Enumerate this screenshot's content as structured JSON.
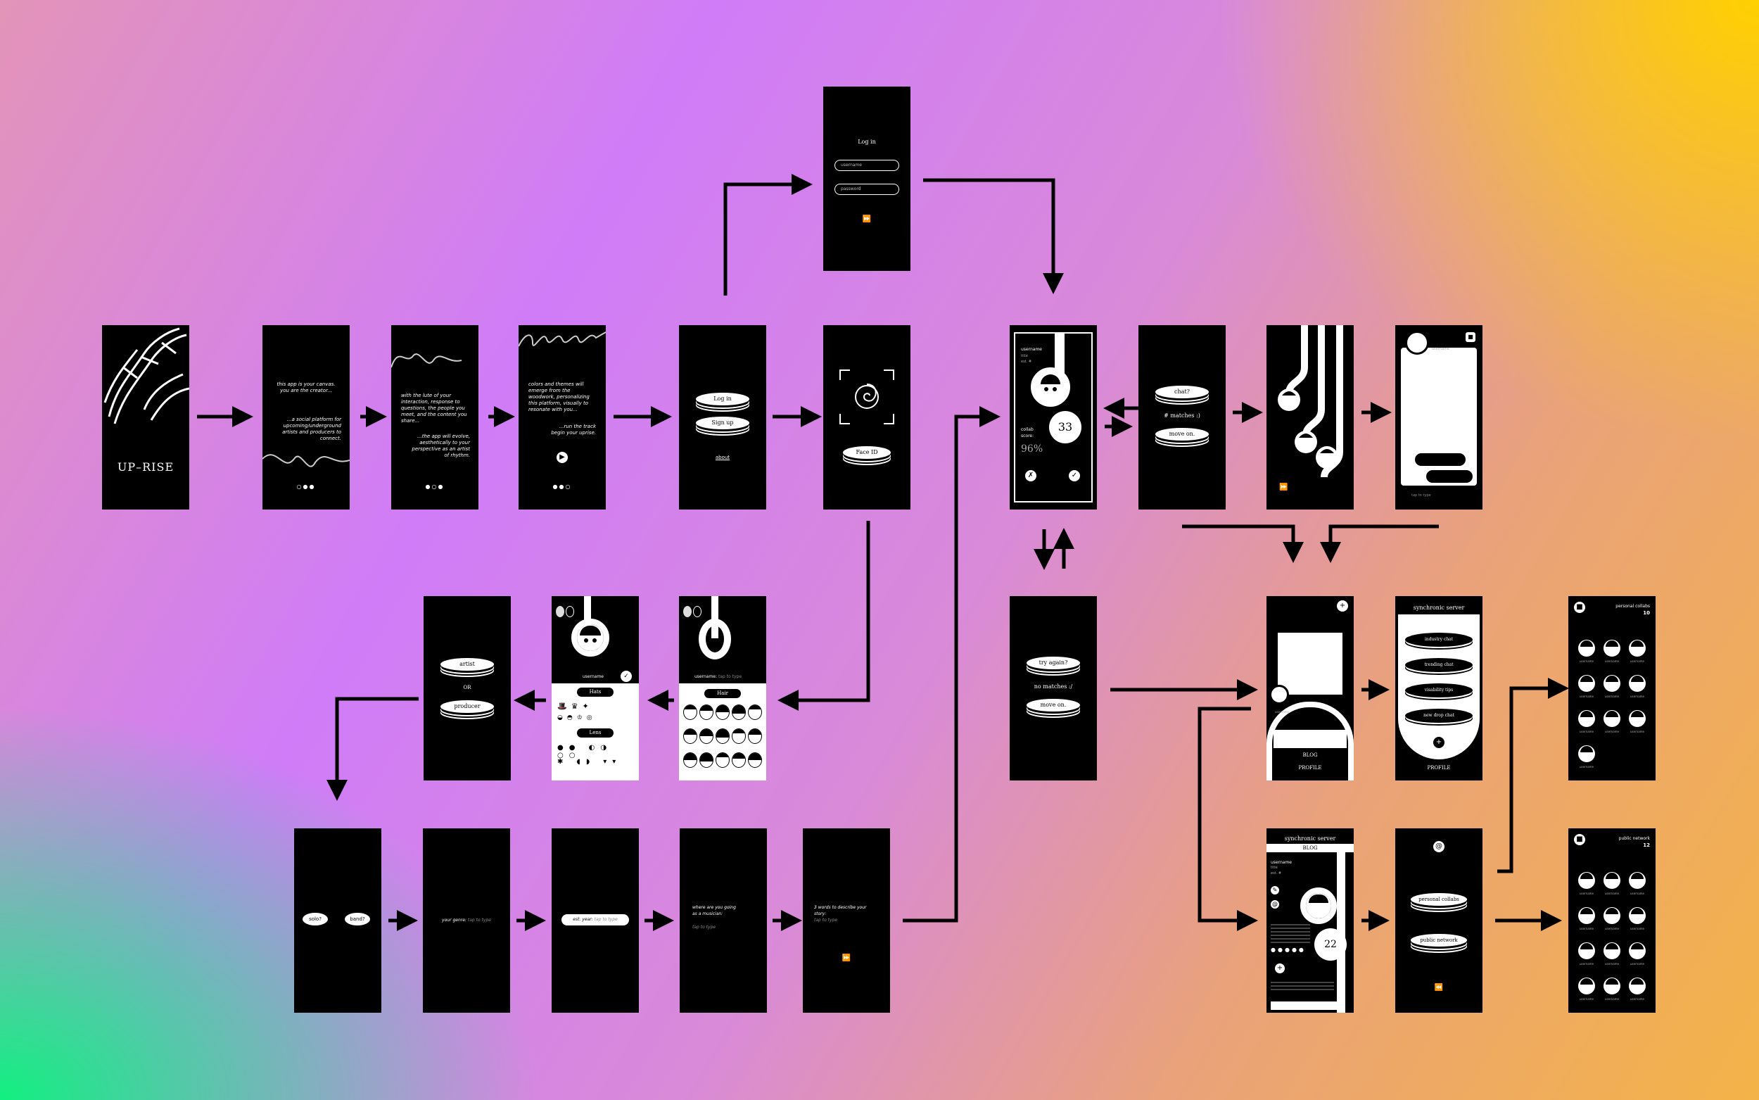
{
  "s1": {
    "title": "UP–RISE"
  },
  "s2": {
    "intro": "this app is your canvas. you are the creator...",
    "body": "...a social platform for upcoming/underground artists and producers to connect.",
    "dots": "○●●"
  },
  "s3": {
    "intro": "with the lute of your interaction, response to questions, the people you meet, and the content you share...",
    "body": "...the app will evolve, aesthetically to your perspective as an artist of rhythm.",
    "dots": "●○●"
  },
  "s4": {
    "intro": "colors and themes will emerge from the woodwork, personalizing this platform, visually to resonate with you...",
    "body": "...run the track begin your uprise.",
    "dots": "●●○"
  },
  "s5": {
    "login": "Log in",
    "signup": "Sign up",
    "about": "about"
  },
  "s6": {
    "face_id": "Face ID"
  },
  "login": {
    "title": "Log in",
    "username_ph": "username",
    "password_ph": "password"
  },
  "avatar_ed": {
    "username": "username",
    "hats": "Hats",
    "lens": "Lens"
  },
  "hair_ed": {
    "username": "username:",
    "tap": "tap to type",
    "hair": "Hair"
  },
  "role": {
    "artist": "artist",
    "or": "OR",
    "producer": "producer"
  },
  "q1": {
    "solo": "solo?",
    "band": "band?"
  },
  "q2": {
    "label": "your genre:",
    "tap": "tap to type"
  },
  "q3": {
    "label": "est. year:",
    "tap": "tap to type"
  },
  "q4": {
    "label": "where are you going as a musician:",
    "tap": "tap to type"
  },
  "q5": {
    "label": "3 words to describe your story:",
    "tap": "tap to type"
  },
  "match": {
    "username": "username",
    "title": "title",
    "est": "est. #",
    "number": "33",
    "collab": "collab score:",
    "score": "96%"
  },
  "matches": {
    "chat": "chat?",
    "count": "# matches :)",
    "move": "move on."
  },
  "chatscr": {
    "username": "username",
    "input_ph": "tap to type"
  },
  "nomatch": {
    "try": "try again?",
    "label": "no matches :/",
    "move": "move on."
  },
  "profile": {
    "username": "username",
    "blog": "BLOG",
    "profile": "PROFILE"
  },
  "server": {
    "title": "synchronic server",
    "items": [
      "industry chat",
      "trending chat",
      "visability tips",
      "new drop chat"
    ],
    "profile": "PROFILE"
  },
  "personal": {
    "title": "personal collabs",
    "count": "10",
    "users": [
      "username",
      "username",
      "username",
      "username",
      "username",
      "username",
      "username",
      "username",
      "username",
      "username"
    ]
  },
  "blog": {
    "title": "synchronic server",
    "blog": "BLOG",
    "username": "username",
    "title2": "title",
    "est": "est. #",
    "number": "22"
  },
  "network_menu": {
    "personal": "personal collabs",
    "public": "public network"
  },
  "public": {
    "title": "public network",
    "count": "12",
    "users": [
      "username",
      "username",
      "username",
      "username",
      "username",
      "username",
      "username",
      "username",
      "username",
      "username",
      "username",
      "username"
    ]
  }
}
